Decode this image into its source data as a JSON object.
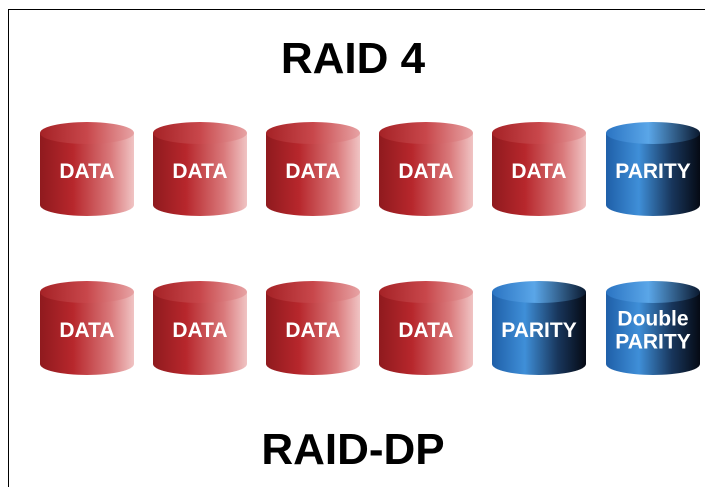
{
  "title_top": "RAID 4",
  "title_bottom": "RAID-DP",
  "colors": {
    "data_disk": "#b7272c",
    "parity_disk": "#2a6fb8"
  },
  "rows": [
    {
      "disks": [
        {
          "type": "data",
          "lines": [
            "DATA"
          ]
        },
        {
          "type": "data",
          "lines": [
            "DATA"
          ]
        },
        {
          "type": "data",
          "lines": [
            "DATA"
          ]
        },
        {
          "type": "data",
          "lines": [
            "DATA"
          ]
        },
        {
          "type": "data",
          "lines": [
            "DATA"
          ]
        },
        {
          "type": "parity",
          "lines": [
            "PARITY"
          ]
        }
      ]
    },
    {
      "disks": [
        {
          "type": "data",
          "lines": [
            "DATA"
          ]
        },
        {
          "type": "data",
          "lines": [
            "DATA"
          ]
        },
        {
          "type": "data",
          "lines": [
            "DATA"
          ]
        },
        {
          "type": "data",
          "lines": [
            "DATA"
          ]
        },
        {
          "type": "parity",
          "lines": [
            "PARITY"
          ]
        },
        {
          "type": "parity",
          "lines": [
            "Double",
            "PARITY"
          ]
        }
      ]
    }
  ]
}
